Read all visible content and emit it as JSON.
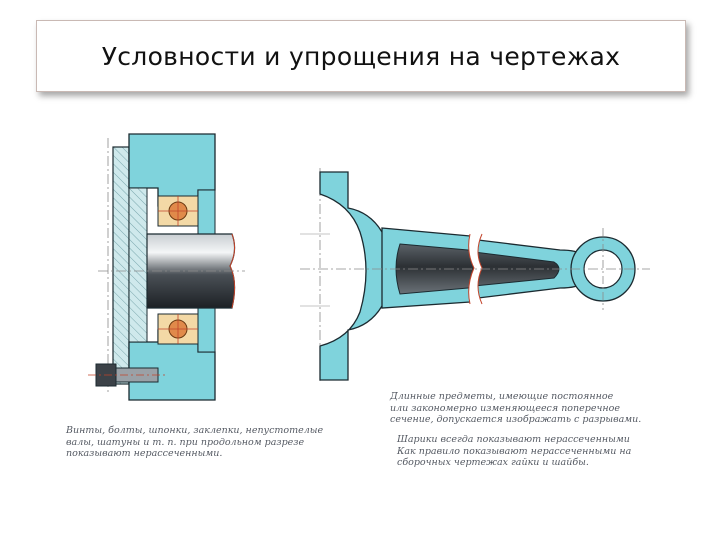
{
  "title": "Условности и упрощения на чертежах",
  "captions": {
    "left": "Винты, болты, шпонки, заклепки, непустотелые\nвалы, шатуны и т. п. при продольном разрезе\nпоказывают нерассеченными.",
    "right_1": "Длинные предметы, имеющие постоянное\nили закономерно изменяющееся поперечное\nсечение, допускается изображать с разрывами.",
    "right_2": "Шарики всегда показывают нерассеченными\nКак правило показывают нерассеченными на\nсборочных чертежах гайки и шайбы."
  },
  "colors": {
    "section_fill": "#7fd3dc",
    "shaft_dark": "#2b2f33",
    "bearing_ball": "#e08a4a",
    "bearing_cage": "#f3d9a6",
    "outline": "#1b2a30",
    "centerline": "#8a8a8a",
    "web_dark": "#3a3f44"
  }
}
